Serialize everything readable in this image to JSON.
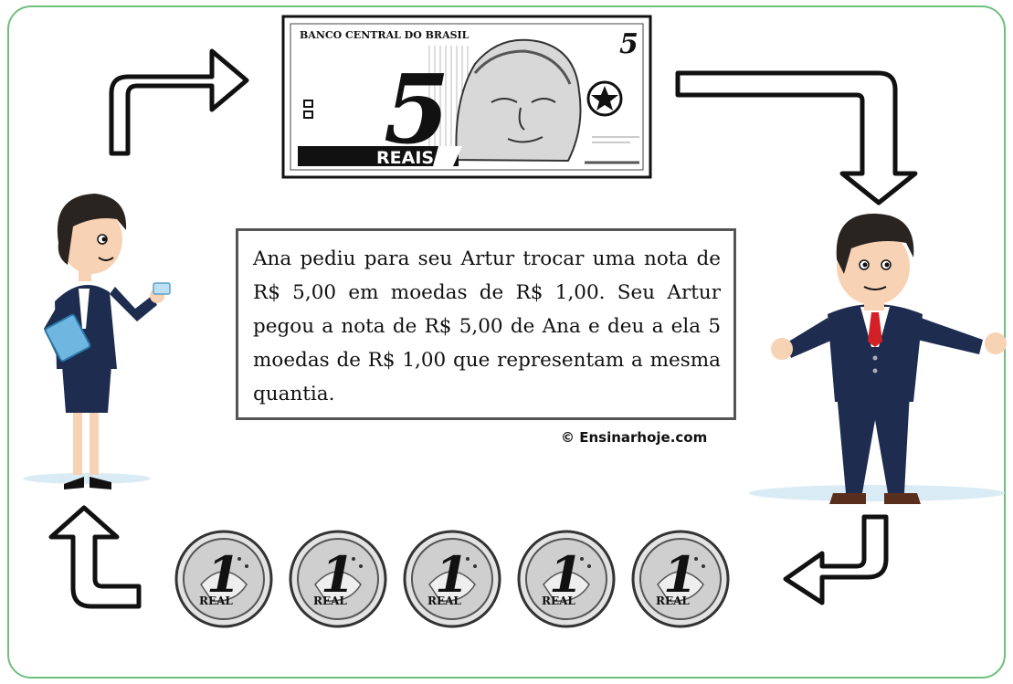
{
  "story": {
    "text": "Ana pediu para seu Artur trocar uma nota de R$ 5,00 em moedas de R$ 1,00. Seu Artur pegou a nota de R$ 5,00 de Ana e deu a ela 5 moedas de R$ 1,00 que representam a mesma quantia."
  },
  "credit": "© Ensinarhoje.com",
  "banknote": {
    "bank_name": "BANCO CENTRAL DO BRASIL",
    "value": "5",
    "currency_label": "REAIS"
  },
  "coins": {
    "items": [
      {
        "value": "1",
        "label": "REAL"
      },
      {
        "value": "1",
        "label": "REAL"
      },
      {
        "value": "1",
        "label": "REAL"
      },
      {
        "value": "1",
        "label": "REAL"
      },
      {
        "value": "1",
        "label": "REAL"
      }
    ]
  },
  "colors": {
    "frame": "#6fbf7c",
    "suit": "#1e2c4f",
    "tie": "#d32027",
    "skin": "#f8d2b4",
    "hair": "#2a2420"
  }
}
